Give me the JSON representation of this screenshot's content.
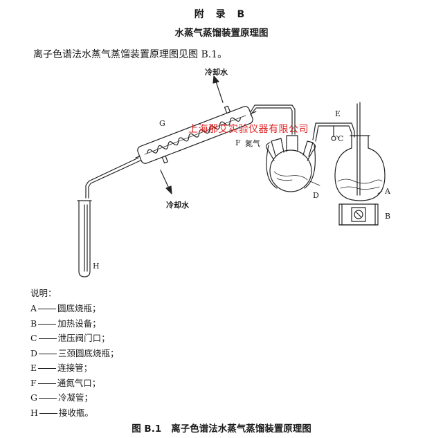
{
  "header": {
    "appendix": "附 录 B",
    "subtitle": "水蒸气蒸馏装置原理图"
  },
  "intro_text": "离子色谱法水蒸气蒸馏装置原理图见图 B.1。",
  "diagram": {
    "labels": {
      "coolant_top": "冷却水",
      "coolant_bottom": "冷却水",
      "nitrogen": "氮气",
      "A": "A",
      "B": "B",
      "C": "C",
      "D": "D",
      "E": "E",
      "F": "F",
      "G": "G",
      "H": "H"
    },
    "watermark": "上海那艾实验仪器有限公司"
  },
  "legend": {
    "heading": "说明：",
    "items": [
      {
        "key": "A",
        "text": "圆底烧瓶；"
      },
      {
        "key": "B",
        "text": "加热设备；"
      },
      {
        "key": "C",
        "text": "泄压阀门口；"
      },
      {
        "key": "D",
        "text": "三颈圆底烧瓶；"
      },
      {
        "key": "E",
        "text": "连接管；"
      },
      {
        "key": "F",
        "text": "通氮气口；"
      },
      {
        "key": "G",
        "text": "冷凝管；"
      },
      {
        "key": "H",
        "text": "接收瓶。"
      }
    ]
  },
  "caption": {
    "number": "图 B.1",
    "title": "离子色谱法水蒸气蒸馏装置原理图"
  },
  "colors": {
    "text": "#1a1a1a",
    "watermark": "#e02020"
  }
}
